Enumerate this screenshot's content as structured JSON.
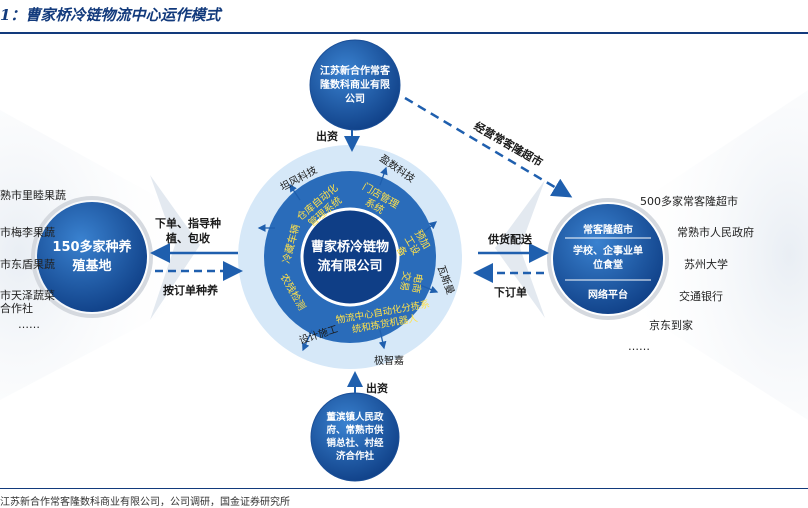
{
  "title": "1：曹家桥冷链物流中心运作模式",
  "source": "江苏新合作常客隆数科商业有限公司，公司调研，国金证券研究所",
  "nodes": {
    "top": "江苏新合作常客隆数科商业有限公司",
    "center": "曹家桥冷链物流有限公司",
    "left": "150多家种养殖基地",
    "bottom": "董滨镇人民政府、常熟市供销总社、村经济合作社",
    "right_title": "常客隆超市",
    "right_sub": "学校、企事业单位食堂",
    "right_platform": "网络平台"
  },
  "ring_labels": {
    "warehouse": "仓库自动化管理系统",
    "store": "门店管理系统",
    "process": "预加工设备",
    "pesticide": "农残检测",
    "cold": "冷藏车辆",
    "ecommerce": "电商交易",
    "inner_bottom": "物流中心自动化分拣系统和拣货机器人"
  },
  "outer_labels": {
    "tanfeng": "坦风科技",
    "panshu": "盈数科技",
    "design": "设计施工",
    "jizhi": "极智嘉",
    "wasser": "瓦斯曼"
  },
  "arrows": {
    "top_invest": "出资",
    "bottom_invest": "出资",
    "diagonal": "经营常客隆超市",
    "left_top": "下单、指导种植、包收",
    "left_bottom": "按订单种养",
    "right_top": "供货配送",
    "right_bottom": "下订单"
  },
  "left_list": [
    "常熟市里睦果蔬",
    "常熟市梅李果蔬",
    "常熟市东盾果蔬",
    "常熟市天泽蔬菜专业合作社",
    "……"
  ],
  "left_list_visible": [
    "熟市里睦果蔬",
    "市梅李果蔬",
    "市东盾果蔬",
    "市天泽蔬菜",
    "合作社",
    "……"
  ],
  "right_list": [
    "500多家常客隆超市",
    "常熟市人民政府",
    "苏州大学",
    "交通银行",
    "京东到家",
    "……"
  ],
  "colors": {
    "navy": "#123a7c",
    "blue": "#1f5fae",
    "ring": "#2b6fbe",
    "outer_ring": "#d9ebf9",
    "yellow": "#ffe14a",
    "arrow": "#1f5fae"
  }
}
